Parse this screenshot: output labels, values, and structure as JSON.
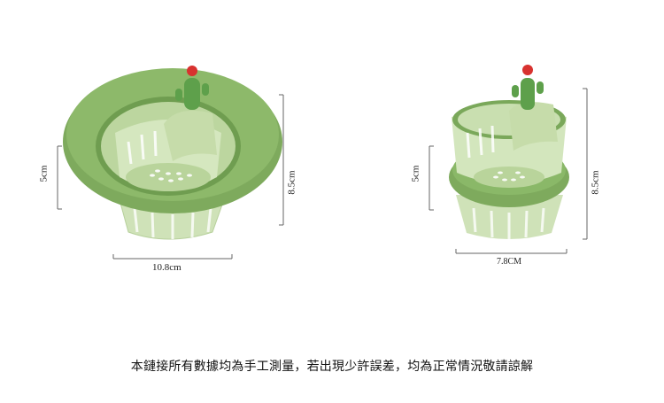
{
  "products": [
    {
      "height_label": "5cm",
      "total_height_label": "8.5cm",
      "diameter_label": "10.8cm"
    },
    {
      "height_label": "5cm",
      "total_height_label": "8.5cm",
      "diameter_label": "7.8CM"
    }
  ],
  "footer_note": "本鏈接所有數據均為手工測量，若出現少許誤差，均為正常情況敬請諒解",
  "colors": {
    "rim_green": "#7aa85a",
    "basket_green": "#c9dfb0",
    "cactus_green": "#5c9e4a",
    "flower_red": "#d8322f"
  }
}
